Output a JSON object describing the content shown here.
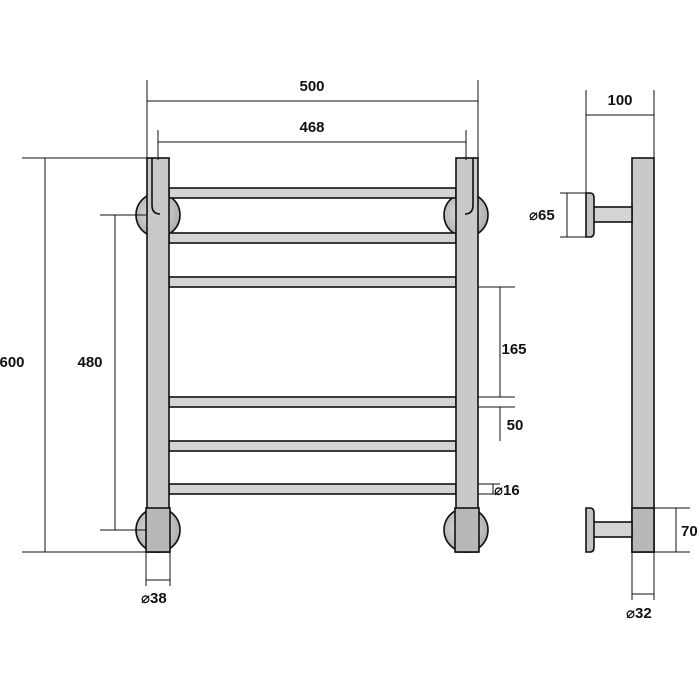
{
  "colors": {
    "line": "#111111",
    "metal_fill": "#c9c9c9",
    "background": "#ffffff"
  },
  "front_view": {
    "dim_overall_width": "500",
    "dim_inner_width": "468",
    "dim_overall_height": "600",
    "dim_mount_height": "480",
    "dim_bar_gap_large": "165",
    "dim_bar_gap_small": "50",
    "dim_bar_diameter": "16",
    "dim_tube_diameter": "38",
    "diameter_symbol": "⌀"
  },
  "side_view": {
    "dim_depth": "100",
    "dim_flange_diameter": "65",
    "dim_tube_diameter": "32",
    "dim_flange_height": "70",
    "diameter_symbol": "⌀"
  }
}
